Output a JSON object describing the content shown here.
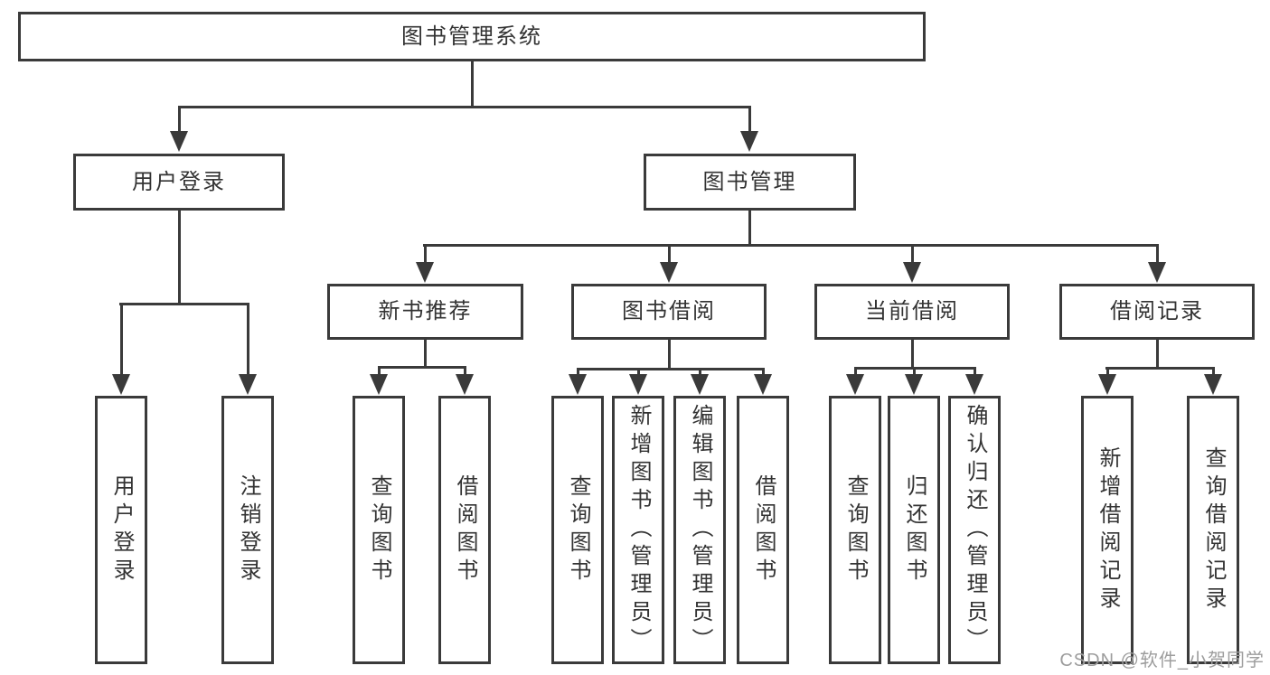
{
  "diagram": {
    "type": "tree",
    "title": "图书管理系统",
    "watermark": "CSDN @软件_小贺同学",
    "colors": {
      "line": "#3a3a3a",
      "box_border": "#3a3a3a",
      "text": "#333333",
      "watermark": "#9d9d9d",
      "background": "#ffffff"
    },
    "nodes": {
      "root": {
        "label": "图书管理系统"
      },
      "level2": [
        {
          "label": "用户登录",
          "parent": "图书管理系统"
        },
        {
          "label": "图书管理",
          "parent": "图书管理系统"
        }
      ],
      "level3": [
        {
          "label": "新书推荐",
          "parent": "图书管理"
        },
        {
          "label": "图书借阅",
          "parent": "图书管理"
        },
        {
          "label": "当前借阅",
          "parent": "图书管理"
        },
        {
          "label": "借阅记录",
          "parent": "图书管理"
        }
      ],
      "leaves": [
        {
          "label": "用户登录",
          "parent": "用户登录"
        },
        {
          "label": "注销登录",
          "parent": "用户登录"
        },
        {
          "label": "查询图书",
          "parent": "新书推荐"
        },
        {
          "label": "借阅图书",
          "parent": "新书推荐"
        },
        {
          "label": "查询图书",
          "parent": "图书借阅"
        },
        {
          "label": "新增图书（管理员）",
          "parent": "图书借阅"
        },
        {
          "label": "编辑图书（管理员）",
          "parent": "图书借阅"
        },
        {
          "label": "借阅图书",
          "parent": "图书借阅"
        },
        {
          "label": "查询图书",
          "parent": "当前借阅"
        },
        {
          "label": "归还图书",
          "parent": "当前借阅"
        },
        {
          "label": "确认归还（管理员）",
          "parent": "当前借阅"
        },
        {
          "label": "新增借阅记录",
          "parent": "借阅记录"
        },
        {
          "label": "查询借阅记录",
          "parent": "借阅记录"
        }
      ]
    }
  }
}
